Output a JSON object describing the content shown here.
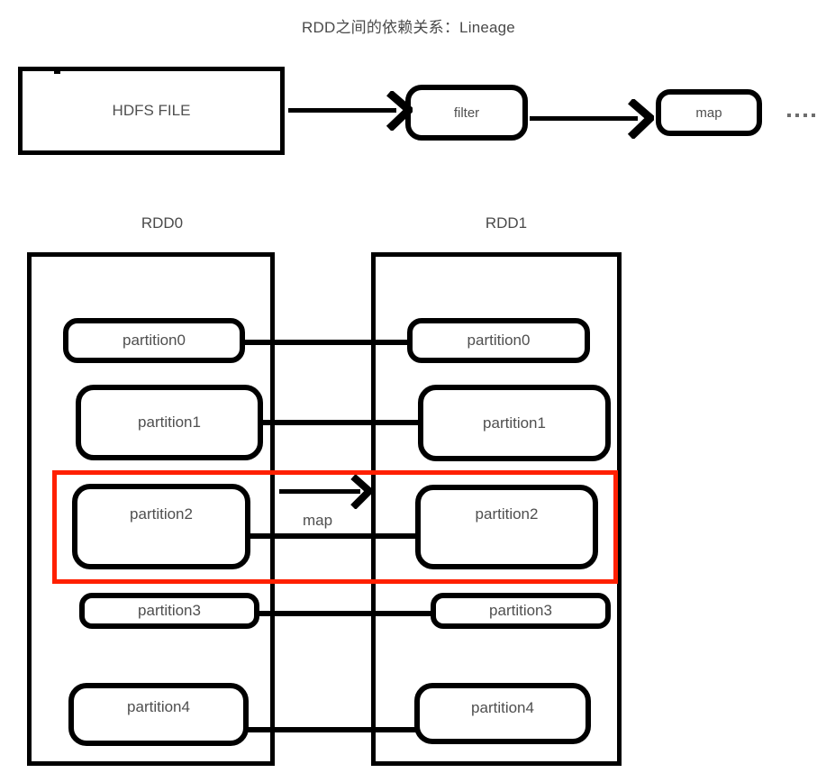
{
  "diagram": {
    "title": "RDD之间的依赖关系：Lineage",
    "lineage_flow": {
      "source_box": "HDFS FILE",
      "stages": [
        "filter",
        "map"
      ],
      "continuation": "....."
    },
    "rdd_columns": [
      {
        "caption": "RDD0",
        "partitions": [
          "partition0",
          "partition1",
          "partition2",
          "partition3",
          "partition4"
        ]
      },
      {
        "caption": "RDD1",
        "partitions": [
          "partition0",
          "partition1",
          "partition2",
          "partition3",
          "partition4"
        ]
      }
    ],
    "transformation_label": "map",
    "highlight_color": "#ff2000",
    "stroke_color": "#000000"
  }
}
